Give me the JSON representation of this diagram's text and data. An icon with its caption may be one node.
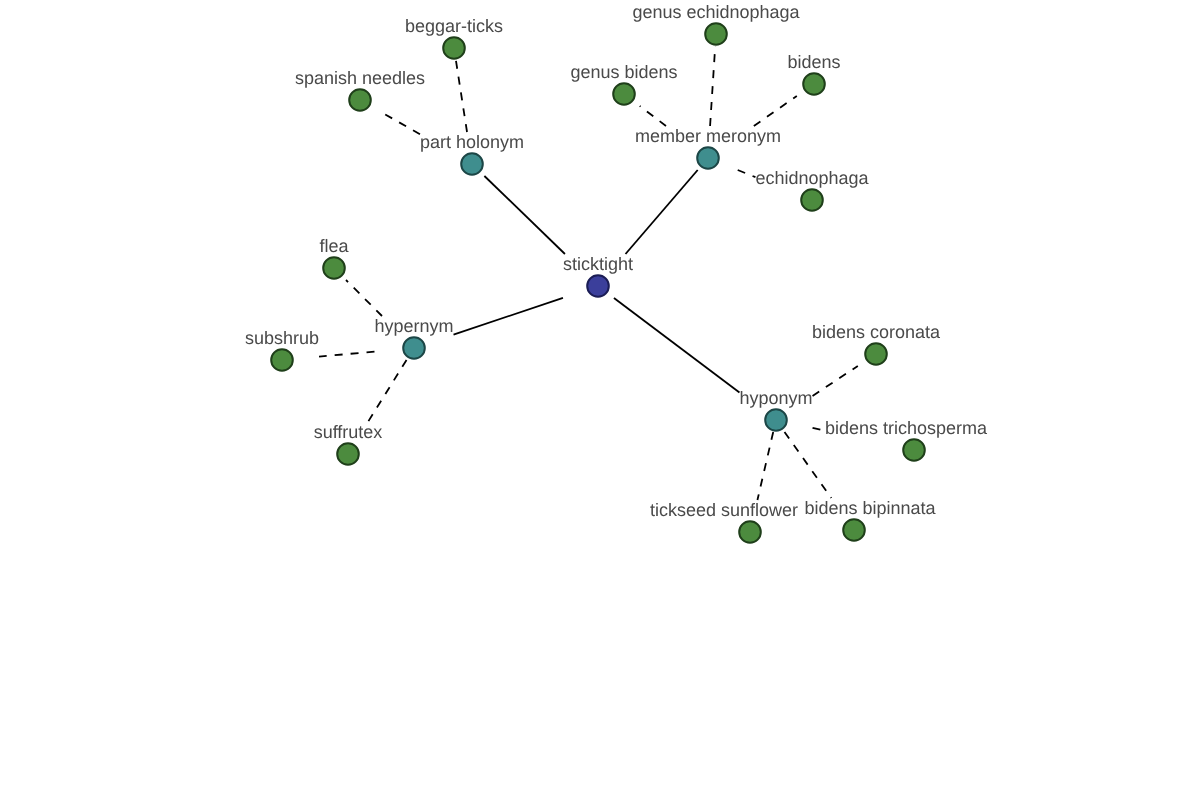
{
  "diagram": {
    "nodes": [
      {
        "text": [
          "genus echidnophaga"
        ]
      },
      {
        "text": [
          "beggar-ticks"
        ]
      },
      {
        "text": [
          "spanish needles"
        ]
      },
      {
        "text": [
          "genus bidens"
        ]
      },
      {
        "text": [
          "bidens"
        ]
      },
      {
        "text": [
          "part holonym"
        ]
      },
      {
        "text": [
          "member meronym"
        ]
      },
      {
        "text": [
          "echidnophaga"
        ]
      },
      {
        "text": [
          "flea"
        ]
      },
      {
        "text": [
          "sticktight"
        ]
      },
      {
        "text": [
          "hypernym"
        ]
      },
      {
        "text": [
          "bidens coronata"
        ]
      },
      {
        "text": [
          "subshrub"
        ]
      },
      {
        "text": [
          "hyponym"
        ]
      },
      {
        "text": [
          "suffrutex"
        ]
      },
      {
        "text": [
          "bidens trichosperma"
        ]
      },
      {
        "text": [
          "tickseed sunflower"
        ]
      },
      {
        "text": [
          "bidens bipinnata"
        ]
      }
    ],
    "edges": [
      {
        "from": 9,
        "to": 5,
        "arrow": "none"
      },
      {
        "from": 9,
        "to": 6,
        "arrow": "none"
      },
      {
        "from": 9,
        "to": 10,
        "arrow": "none"
      },
      {
        "from": 9,
        "to": 13,
        "arrow": "none"
      },
      {
        "from": 5,
        "to": 1,
        "arrow": "none",
        "style": "dashed"
      },
      {
        "from": 5,
        "to": 2,
        "arrow": "none",
        "style": "dashed"
      },
      {
        "from": 6,
        "to": 0,
        "arrow": "none",
        "style": "dashed"
      },
      {
        "from": 6,
        "to": 3,
        "arrow": "none",
        "style": "dashed"
      },
      {
        "from": 6,
        "to": 4,
        "arrow": "none",
        "style": "dashed"
      },
      {
        "from": 6,
        "to": 7,
        "arrow": "none",
        "style": "dashed"
      },
      {
        "from": 10,
        "to": 8,
        "arrow": "none",
        "style": "dashed"
      },
      {
        "from": 10,
        "to": 12,
        "arrow": "none",
        "style": "dashed"
      },
      {
        "from": 10,
        "to": 14,
        "arrow": "none",
        "style": "dashed"
      },
      {
        "from": 13,
        "to": 11,
        "arrow": "none",
        "style": "dashed"
      },
      {
        "from": 13,
        "to": 15,
        "arrow": "none",
        "style": "dashed"
      },
      {
        "from": 13,
        "to": 16,
        "arrow": "none",
        "style": "dashed"
      },
      {
        "from": 13,
        "to": 17,
        "arrow": "none",
        "style": "dashed"
      }
    ]
  }
}
